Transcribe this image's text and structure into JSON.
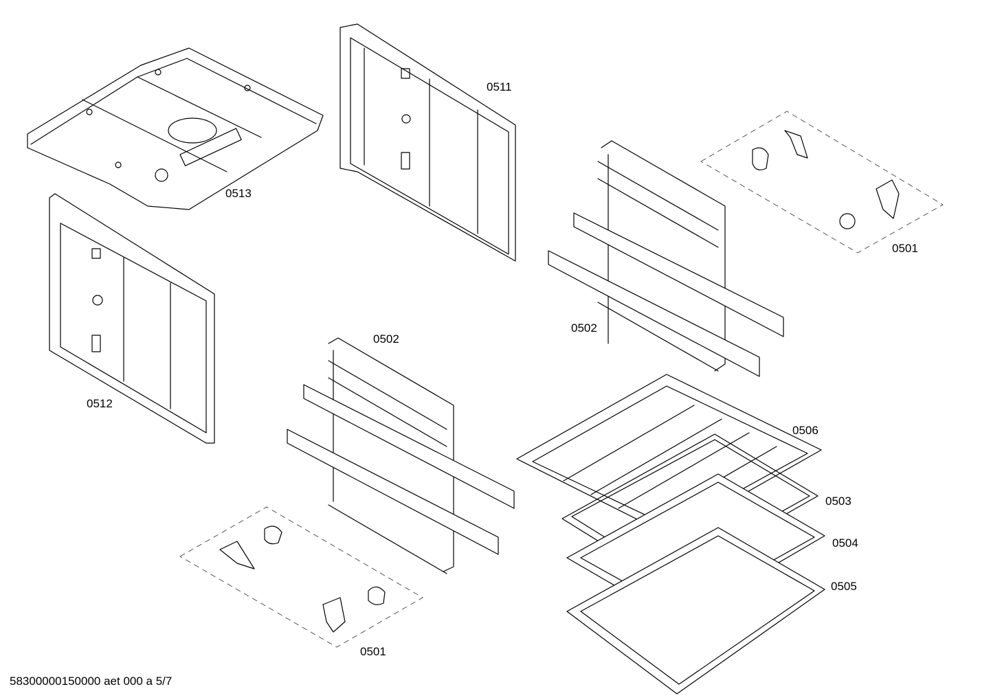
{
  "parts": {
    "p0513": "0513",
    "p0511": "0511",
    "p0512": "0512",
    "p0501_right": "0501",
    "p0502_right": "0502",
    "p0502_center": "0502",
    "p0506": "0506",
    "p0503": "0503",
    "p0504": "0504",
    "p0505": "0505",
    "p0501_left": "0501"
  },
  "footer": "58300000150000 aet 000 a 5/7"
}
